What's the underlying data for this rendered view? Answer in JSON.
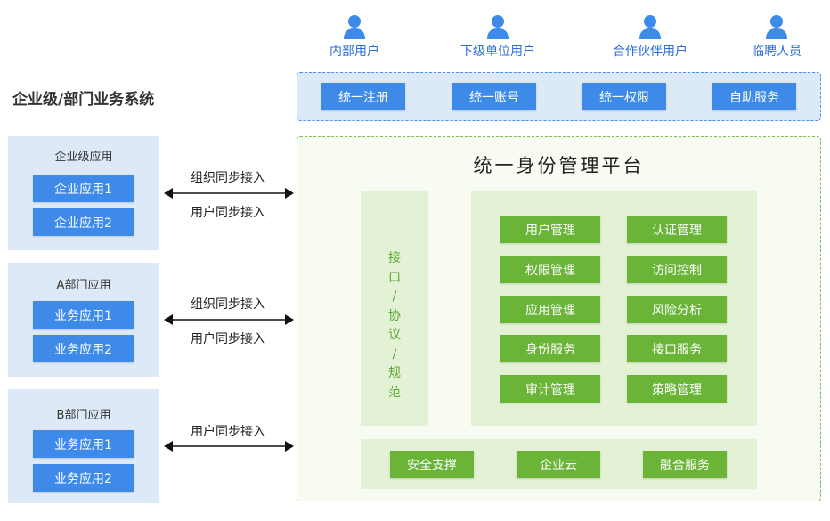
{
  "users": [
    {
      "label": "内部用户"
    },
    {
      "label": "下级单位用户"
    },
    {
      "label": "合作伙伴用户"
    },
    {
      "label": "临聘人员"
    }
  ],
  "user_services": [
    "统一注册",
    "统一账号",
    "统一权限",
    "自助服务"
  ],
  "side_title": "企业级/部门业务系统",
  "groups": [
    {
      "title": "企业级应用",
      "apps": [
        "企业应用1",
        "企业应用2"
      ]
    },
    {
      "title": "A部门应用",
      "apps": [
        "业务应用1",
        "业务应用2"
      ]
    },
    {
      "title": "B部门应用",
      "apps": [
        "业务应用1",
        "业务应用2"
      ]
    }
  ],
  "connectors": [
    {
      "top": "组织同步接入",
      "bottom": "用户同步接入"
    },
    {
      "top": "组织同步接入",
      "bottom": "用户同步接入"
    },
    {
      "top": "用户同步接入"
    }
  ],
  "platform": {
    "title": "统一身份管理平台",
    "interface_chars": [
      "接",
      "口",
      "/",
      "协",
      "议",
      "/",
      "规",
      "范"
    ],
    "modules": [
      "用户管理",
      "认证管理",
      "权限管理",
      "访问控制",
      "应用管理",
      "风险分析",
      "身份服务",
      "接口服务",
      "审计管理",
      "策略管理"
    ],
    "support": [
      "安全支撑",
      "企业云",
      "融合服务"
    ]
  },
  "colors": {
    "blue": "#3d8ae8",
    "green": "#6ab537",
    "user_icon": "#3d8ae8"
  }
}
